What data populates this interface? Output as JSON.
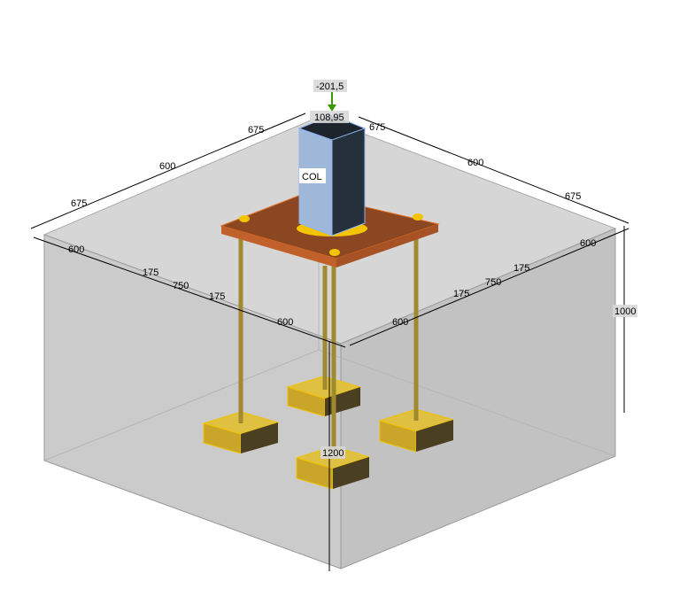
{
  "load": {
    "axial": "-201,5",
    "moment": "108,95"
  },
  "column_label": "COL",
  "dimensions": {
    "top_left": [
      "675",
      "600",
      "675"
    ],
    "top_right": [
      "675",
      "600",
      "675"
    ],
    "left_edge": [
      "600",
      "175",
      "750",
      "175",
      "600"
    ],
    "right_edge": [
      "600",
      "175",
      "750",
      "175",
      "600"
    ],
    "height": "1000",
    "depth": "1200"
  },
  "colors": {
    "concrete": "#cfcfcf",
    "plate": "#8a4722",
    "column": "#9fb8da",
    "footing": "#c9a62a",
    "rod": "#a08a30",
    "load_arrow": "#3a9a00"
  }
}
